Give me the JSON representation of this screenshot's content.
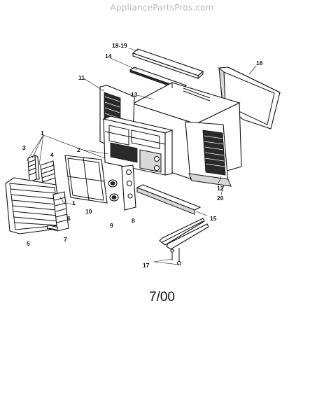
{
  "watermark": "AppliancePartsPros.com",
  "date_code": "7/00",
  "parts": {
    "p1": "1",
    "p1b": "1",
    "p2": "2",
    "p3": "3",
    "p4": "4",
    "p5": "5",
    "p6": "6",
    "p7": "7",
    "p8": "8",
    "p9": "9",
    "p10": "10",
    "p11": "11",
    "p12": "12",
    "p13": "13",
    "p14": "14",
    "p15": "15",
    "p16": "16",
    "p17": "17",
    "p18_19": "18-19",
    "p20": "20"
  }
}
